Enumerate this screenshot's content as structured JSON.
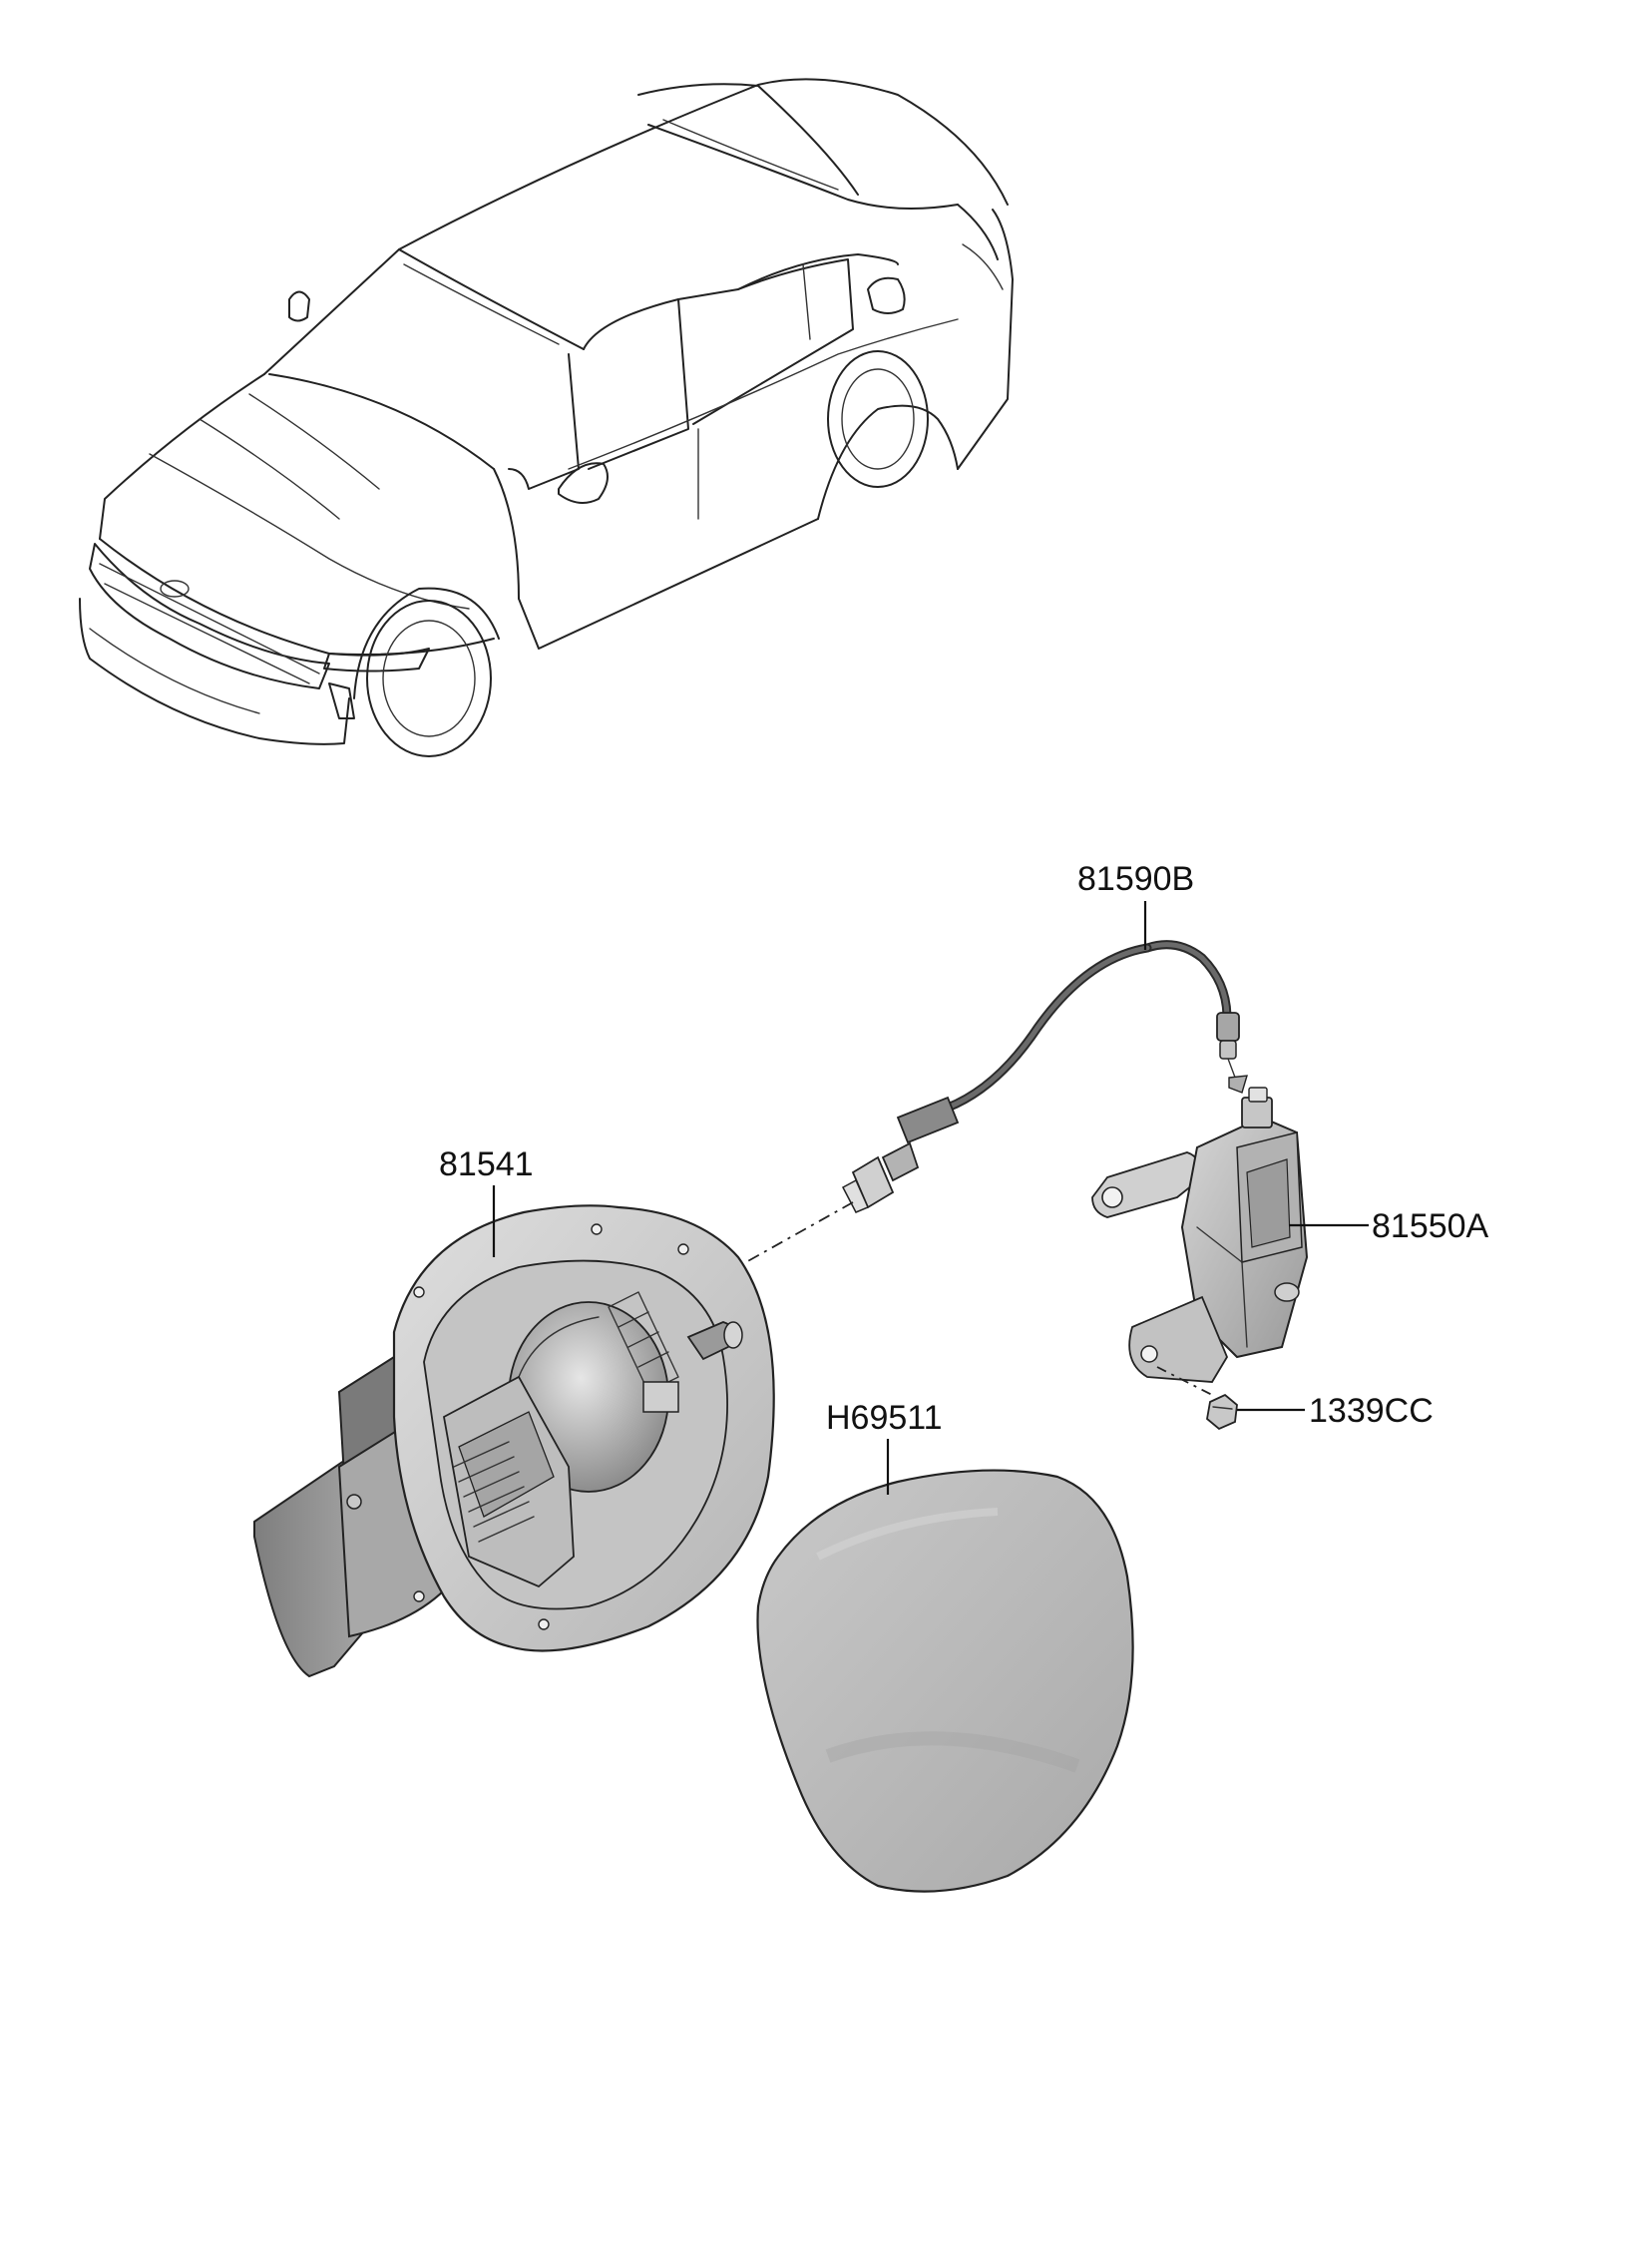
{
  "parts": [
    {
      "id": "cable",
      "number": "81590B"
    },
    {
      "id": "housing",
      "number": "81541"
    },
    {
      "id": "actuator",
      "number": "81550A"
    },
    {
      "id": "cap",
      "number": "H69511"
    },
    {
      "id": "screw",
      "number": "1339CC"
    }
  ],
  "colors": {
    "line": "#222222",
    "part_light": "#d9d9d9",
    "part_mid": "#bdbdbd",
    "part_dark": "#8f8f8f"
  }
}
